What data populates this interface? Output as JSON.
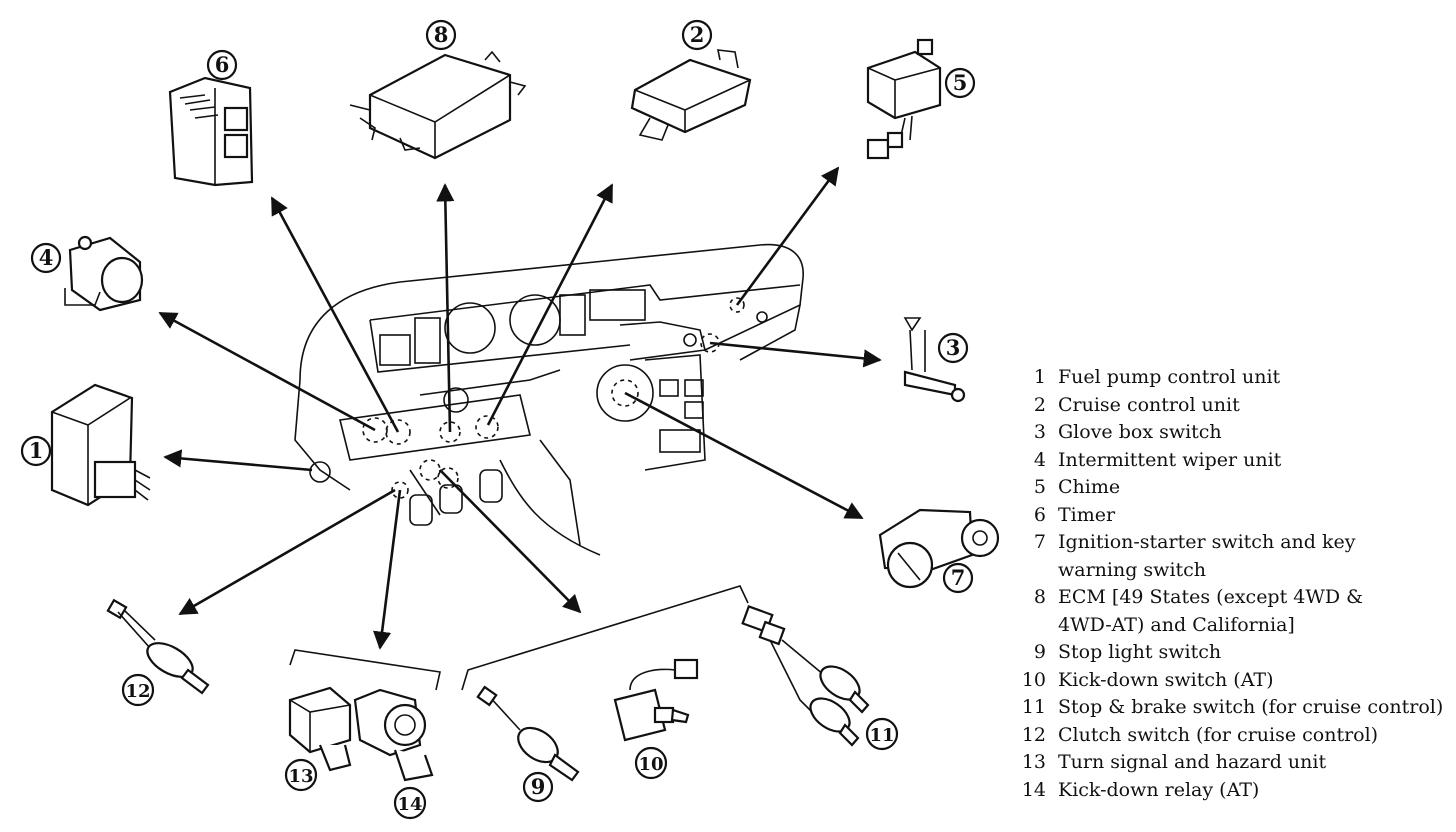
{
  "callouts": [
    "1",
    "2",
    "3",
    "4",
    "5",
    "6",
    "7",
    "8",
    "9",
    "10",
    "11",
    "12",
    "13",
    "14"
  ],
  "legend": [
    {
      "num": "1",
      "label": "Fuel pump control unit"
    },
    {
      "num": "2",
      "label": "Cruise control unit"
    },
    {
      "num": "3",
      "label": "Glove box switch"
    },
    {
      "num": "4",
      "label": "Intermittent wiper unit"
    },
    {
      "num": "5",
      "label": "Chime"
    },
    {
      "num": "6",
      "label": "Timer"
    },
    {
      "num": "7",
      "label": "Ignition-starter switch and key\nwarning switch"
    },
    {
      "num": "8",
      "label": "ECM [49 States (except 4WD &\n4WD-AT) and California]"
    },
    {
      "num": "9",
      "label": "Stop light switch"
    },
    {
      "num": "10",
      "label": "Kick-down switch (AT)"
    },
    {
      "num": "11",
      "label": "Stop & brake switch (for cruise control)"
    },
    {
      "num": "12",
      "label": "Clutch switch (for cruise control)"
    },
    {
      "num": "13",
      "label": "Turn signal and hazard unit"
    },
    {
      "num": "14",
      "label": "Kick-down relay (AT)"
    }
  ]
}
